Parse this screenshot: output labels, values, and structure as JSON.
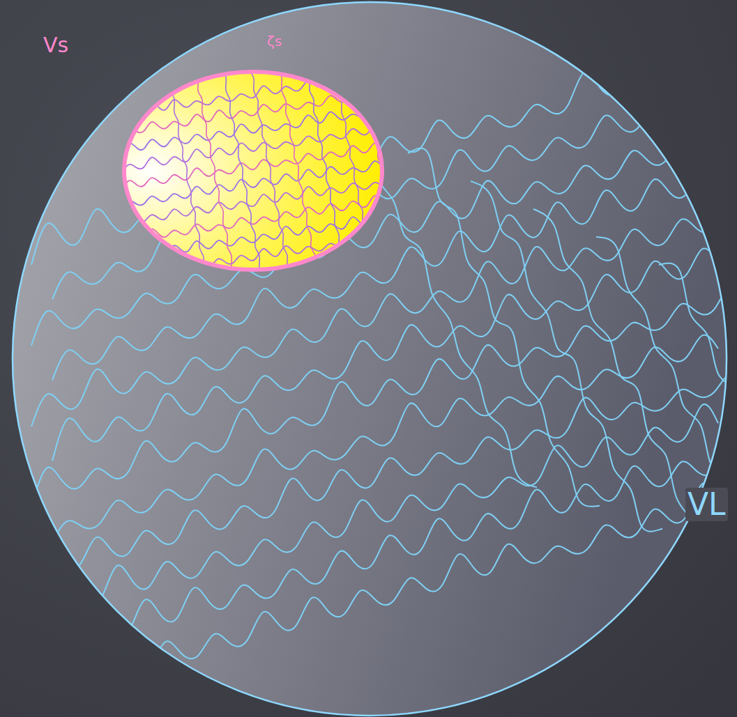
{
  "diagram": {
    "nodes": [
      {
        "text": [
          "VL"
        ]
      },
      {
        "text": [
          "ζs"
        ],
        "in": 0
      }
    ],
    "labels": [
      "Vs"
    ]
  }
}
